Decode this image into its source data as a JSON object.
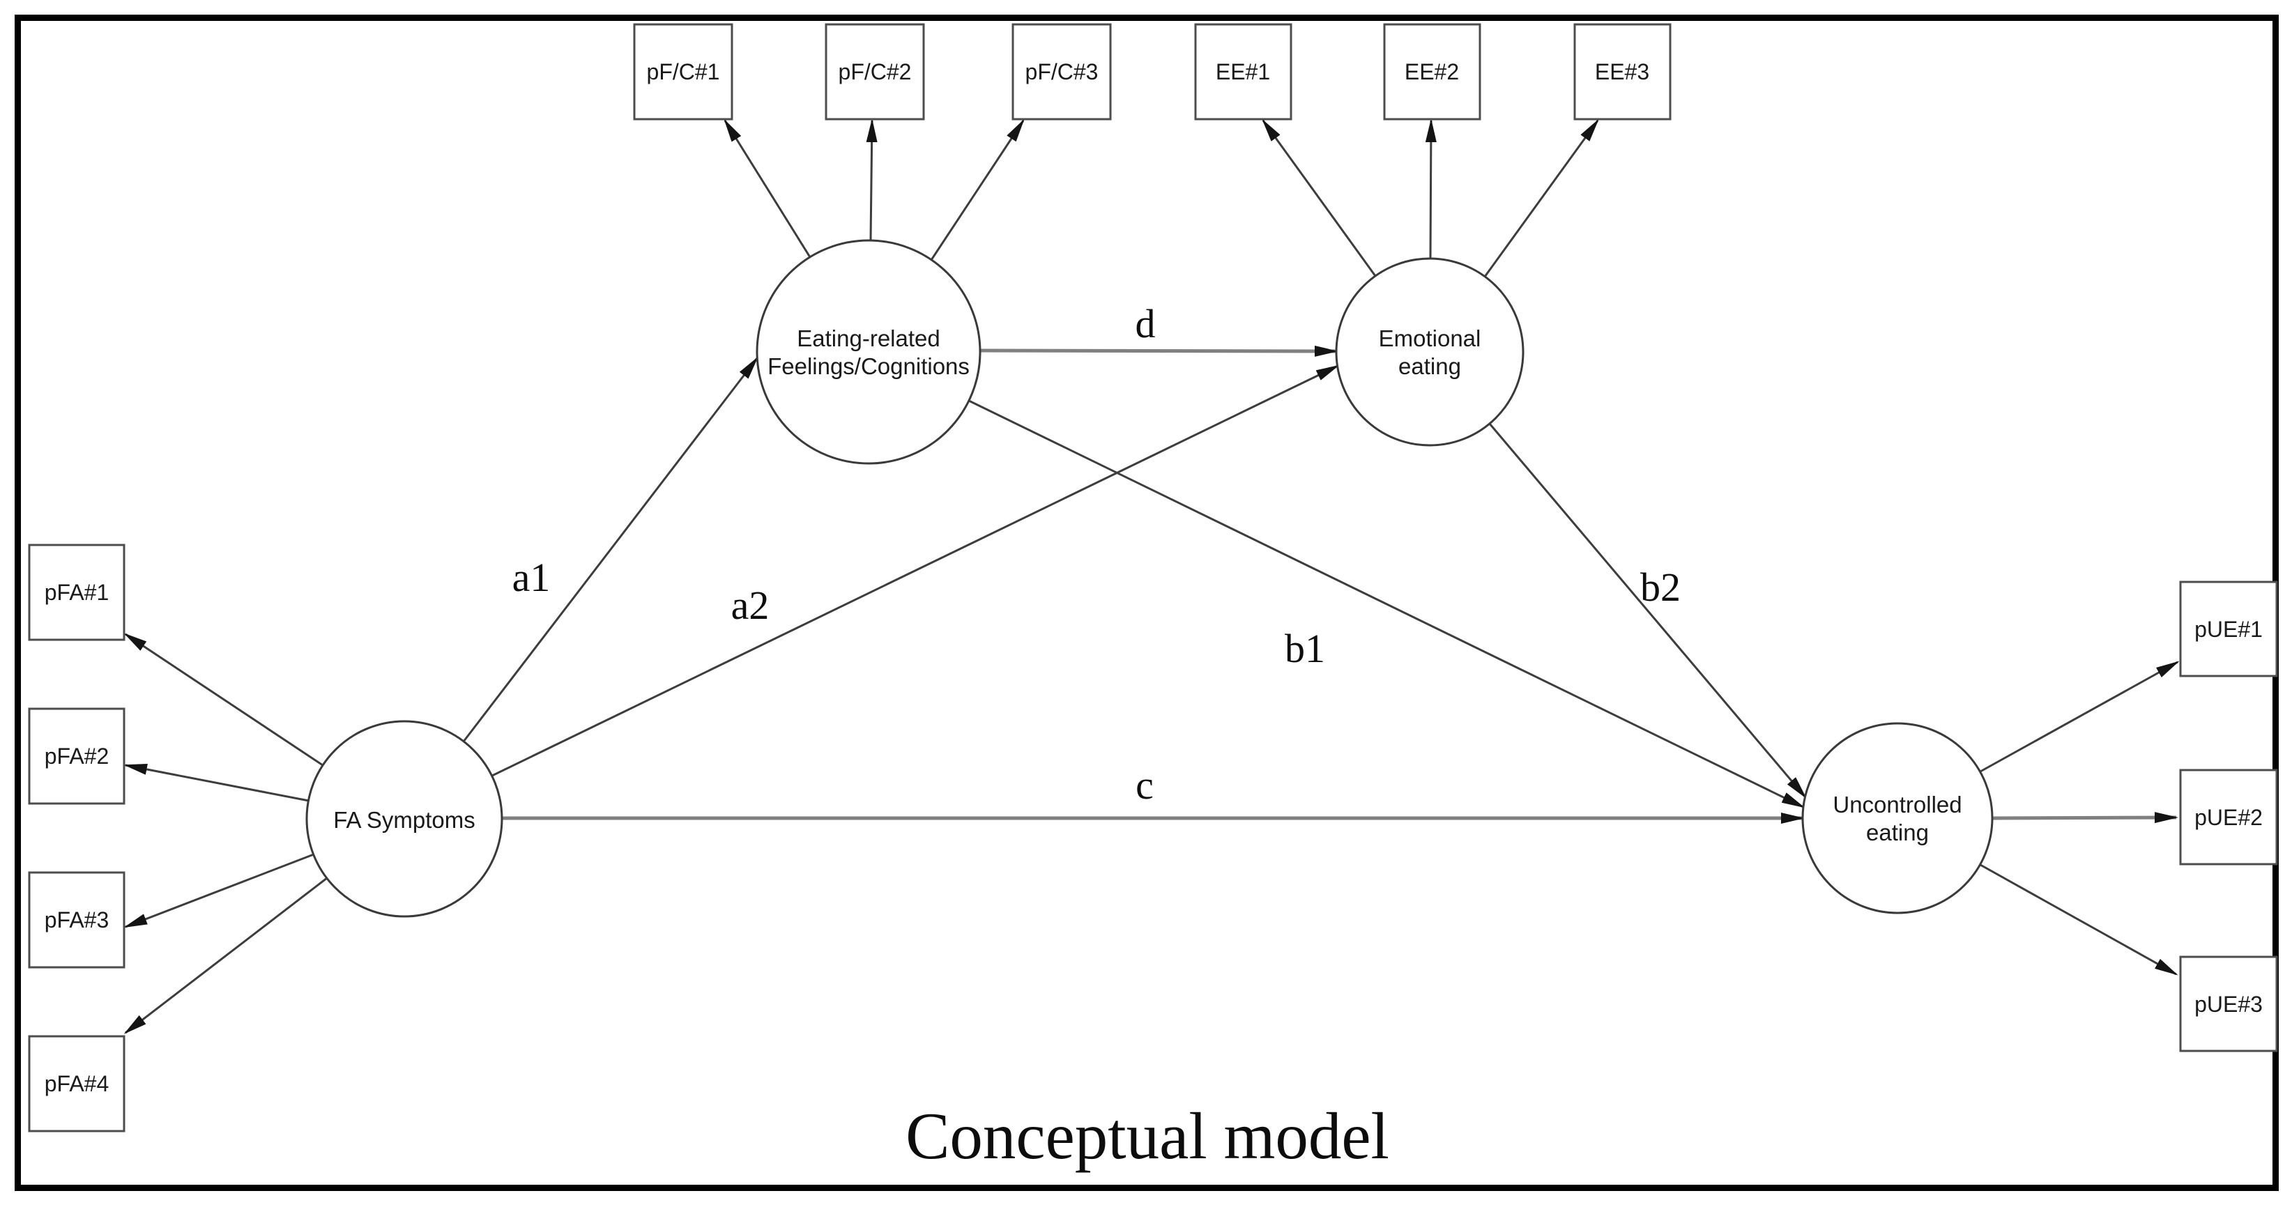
{
  "title": "Conceptual model",
  "latents": {
    "fa": {
      "line1": "FA Symptoms",
      "line2": ""
    },
    "erfc": {
      "line1": "Eating-related",
      "line2": "Feelings/Cognitions"
    },
    "ee": {
      "line1": "Emotional",
      "line2": "eating"
    },
    "ue": {
      "line1": "Uncontrolled",
      "line2": "eating"
    }
  },
  "indicators": {
    "fa": [
      "pFA#1",
      "pFA#2",
      "pFA#3",
      "pFA#4"
    ],
    "erfc": [
      "pF/C#1",
      "pF/C#2",
      "pF/C#3"
    ],
    "ee": [
      "EE#1",
      "EE#2",
      "EE#3"
    ],
    "ue": [
      "pUE#1",
      "pUE#2",
      "pUE#3"
    ]
  },
  "paths": {
    "a1": "a1",
    "a2": "a2",
    "b1": "b1",
    "b2": "b2",
    "c": "c",
    "d": "d"
  },
  "colors": {
    "border": "#000000",
    "edge_dark": "#3d3d3d",
    "edge_gray": "#808080",
    "text": "#1a1a1a",
    "background": "#ffffff"
  }
}
